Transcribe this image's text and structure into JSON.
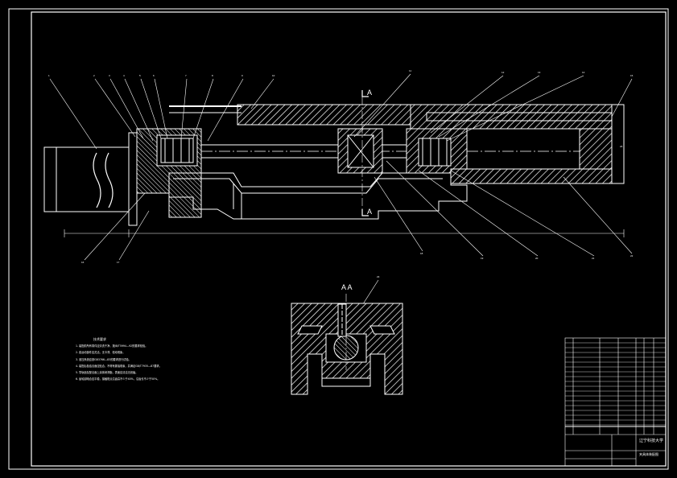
{
  "drawing": {
    "section_mark": "A",
    "section_title": "A A",
    "balloons": [
      "1",
      "2",
      "3",
      "4",
      "5",
      "6",
      "7",
      "8",
      "9",
      "10",
      "11",
      "12",
      "13",
      "14",
      "15",
      "16",
      "17",
      "18",
      "19",
      "20",
      "21",
      "22",
      "23",
      "24"
    ]
  },
  "tech_notes": {
    "title": "技术要求",
    "items": [
      "1. 装配前所有零件应清洗干净，按JB/T5994—92的要求检验。",
      "2. 各运动部件应灵活，无卡滞、松动现象。",
      "3. 液压系统应按GB3766—83的要求进行试验。",
      "4. 装配后各结合面应贴合，不得有漏油现象，并满足GB/T7935—87要求。",
      "5. 导轨面及配合面上涂抹润滑脂，表面应清洁无划痕。",
      "6. 齿轮副啮合应平稳，接触斑点沿齿高不少于40%，沿齿长不少于50%。"
    ]
  },
  "title_block": {
    "institution": "辽宁科技大学",
    "drawing_name": "夹具体装配图"
  }
}
